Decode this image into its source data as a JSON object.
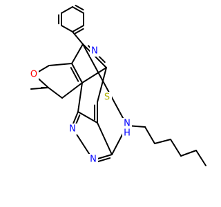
{
  "colors": {
    "background": "#ffffff",
    "bond": "#000000",
    "nitrogen": "#0000ff",
    "oxygen": "#ff0000",
    "sulfur": "#b2b200"
  },
  "atom_labels": {
    "oxygen": "O",
    "sulfur": "S",
    "nitrogen_pyridine": "N",
    "nitrogen_pyrimidine_top": "N",
    "nitrogen_pyrimidine_bottom": "N",
    "amine_nitrogen": "N",
    "amine_hydrogen": "H"
  }
}
